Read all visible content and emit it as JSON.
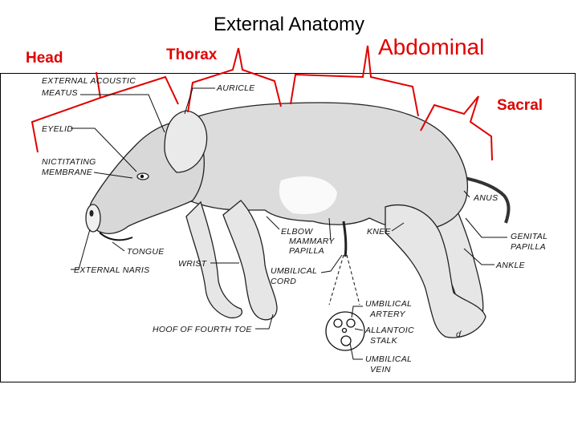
{
  "title": "External Anatomy",
  "regions": {
    "head": "Head",
    "thorax": "Thorax",
    "abdominal": "Abdominal",
    "sacral": "Sacral"
  },
  "colors": {
    "region": "#e00000",
    "line": "#111111",
    "frame": "#000000"
  },
  "labels": {
    "ext_acoustic_1": "EXTERNAL ACOUSTIC",
    "ext_acoustic_2": "MEATUS",
    "auricle": "AURICLE",
    "eyelid": "EYELID",
    "nictitating_1": "NICTITATING",
    "nictitating_2": "MEMBRANE",
    "tongue": "TONGUE",
    "external_naris": "EXTERNAL NARIS",
    "wrist": "WRIST",
    "elbow": "ELBOW",
    "mammary_1": "MAMMARY",
    "mammary_2": "PAPILLA",
    "umbilical_cord_1": "UMBILICAL",
    "umbilical_cord_2": "CORD",
    "knee": "KNEE",
    "anus": "ANUS",
    "genital_1": "GENITAL",
    "genital_2": "PAPILLA",
    "ankle": "ANKLE",
    "hoof": "HOOF OF FOURTH TOE",
    "umb_artery_1": "UMBILICAL",
    "umb_artery_2": "ARTERY",
    "allantoic_1": "ALLANTOIC",
    "allantoic_2": "STALK",
    "umb_vein_1": "UMBILICAL",
    "umb_vein_2": "VEIN",
    "signature": "ɗ"
  }
}
